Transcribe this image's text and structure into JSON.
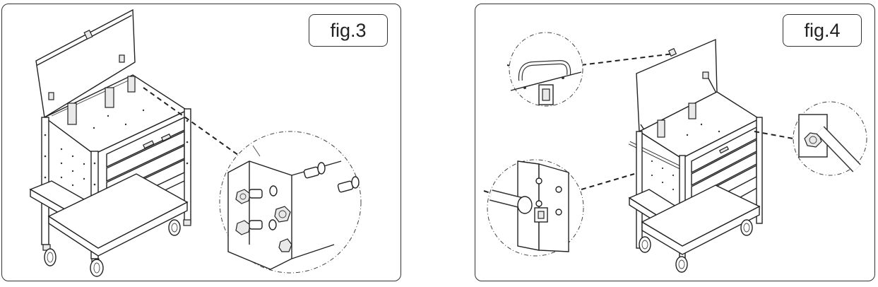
{
  "figures": [
    {
      "id": "fig3",
      "label": "fig.3"
    },
    {
      "id": "fig4",
      "label": "fig.4"
    }
  ],
  "colors": {
    "line": "#222222",
    "background": "#ffffff",
    "shade": "#e9e9e9"
  },
  "icons": [
    "tool-cart-drawing",
    "bolt-detail-callout",
    "handle-detail-callout",
    "gas-strut-detail-callout",
    "side-handle-detail-callout"
  ]
}
